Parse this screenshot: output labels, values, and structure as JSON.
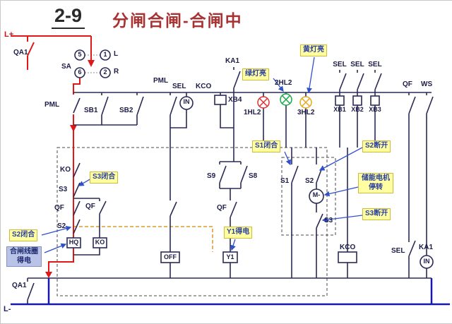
{
  "title": {
    "number": "2-9",
    "text": "分闸合闸-合闸中"
  },
  "rails": {
    "positive": "L+",
    "negative": "L-"
  },
  "components": {
    "qa1_top": "QA1",
    "sa": "SA",
    "sel_5": "5",
    "sel_1": "1",
    "sel_6": "6",
    "sel_2": "2",
    "sel_l": "L",
    "sel_r": "R",
    "pml_left": "PML",
    "sb1": "SB1",
    "sb2": "SB2",
    "pml_mid": "PML",
    "sel_top": "SEL",
    "kco_top": "KCO",
    "in_top": "IN",
    "xb4": "XB4",
    "ka1_top": "KA1",
    "hl1": "1HL2",
    "hl2": "2HL2",
    "hl3": "3HL2",
    "sel_r1": "SEL",
    "sel_r2": "SEL",
    "sel_r3": "SEL",
    "xb1": "XB1",
    "xb2": "XB2",
    "xb3": "XB3",
    "qf_right": "QF",
    "ws": "WS",
    "ko_left": "KO",
    "s3_left": "S3",
    "qf_left1": "QF",
    "qf_left2": "QF",
    "s2_left": "S2",
    "hq": "HQ",
    "ko_box": "KO",
    "off": "OFF",
    "y1": "Y1",
    "s9": "S9",
    "s8": "S8",
    "qf_mid": "QF",
    "s1": "S1",
    "s2": "S2",
    "motor": "M-",
    "s3": "S3",
    "kco_bottom": "KCO",
    "sel_bottom": "SEL",
    "ka1_bottom": "KA1",
    "in_bottom": "IN",
    "qa1_bottom": "QA1"
  },
  "callouts": {
    "green_lamp_on": "绿灯亮",
    "yellow_lamp_on": "黄灯亮",
    "s1_closed": "S1闭合",
    "s2_open": "S2断开",
    "motor_stopped": "储能电机停转",
    "s3_open": "S3断开",
    "s3_closed": "S3闭合",
    "s2_closed": "S2闭合",
    "y1_energized": "Y1得电",
    "closing_coil_energized": "合闸线圈得电"
  },
  "colors": {
    "wire_red": "#e01818",
    "wire_dark": "#2a2a55",
    "wire_blue": "#1818aa",
    "dashed_orange": "#da9a28",
    "callout_bg": "#ffffa2",
    "callout_text": "#2b3fa0",
    "coil_callout_bg": "#b9c3e8",
    "lamp_red": "#e03030",
    "lamp_green": "#18a848",
    "lamp_yellow": "#e8a818",
    "title_red": "#a83232"
  }
}
